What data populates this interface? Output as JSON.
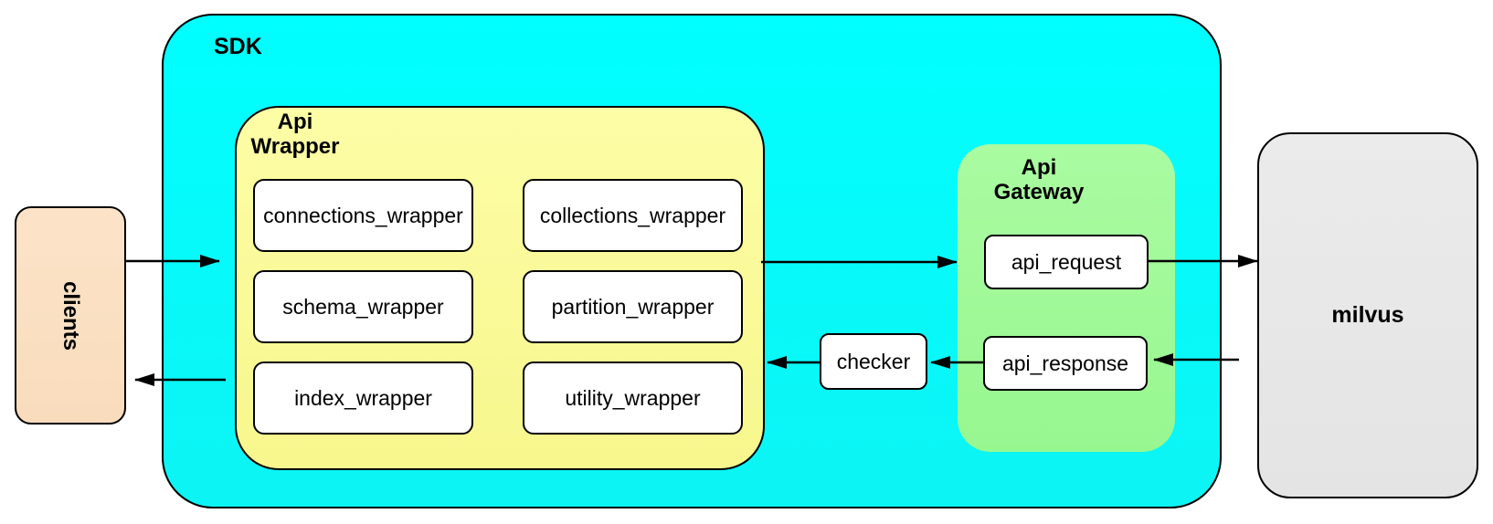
{
  "diagram": {
    "stroke_color": "#000000",
    "background": "#ffffff",
    "nodes": {
      "clients": {
        "label": "clients",
        "fill": "#FBDFC3",
        "text_rotation_deg": 90
      },
      "sdk": {
        "label": "SDK",
        "fill": "#00FEFE"
      },
      "api_wrapper": {
        "label": "Api Wrapper",
        "label_line1": "Api",
        "label_line2": "Wrapper",
        "fill": "#FAFA98"
      },
      "api_gateway": {
        "label": "Api Gateway",
        "label_line1": "Api",
        "label_line2": "Gateway",
        "fill": "#A6FA9D"
      },
      "api_request": {
        "label": "api_request",
        "fill": "#FFFFFF"
      },
      "api_response": {
        "label": "api_response",
        "fill": "#FFFFFF"
      },
      "checker": {
        "label": "checker",
        "fill": "#FFFFFF"
      },
      "milvus": {
        "label": "milvus",
        "fill": "#E9E9E9"
      }
    },
    "wrappers": [
      {
        "label": "connections_wrapper"
      },
      {
        "label": "collections_wrapper"
      },
      {
        "label": "schema_wrapper"
      },
      {
        "label": "partition_wrapper"
      },
      {
        "label": "index_wrapper"
      },
      {
        "label": "utility_wrapper"
      }
    ],
    "edges": [
      {
        "from": "clients",
        "to": "api_wrapper",
        "direction": "right"
      },
      {
        "from": "api_wrapper",
        "to": "api_gateway",
        "direction": "right"
      },
      {
        "from": "api_request",
        "to": "milvus",
        "direction": "right"
      },
      {
        "from": "milvus",
        "to": "api_response",
        "direction": "left"
      },
      {
        "from": "api_response",
        "to": "checker",
        "direction": "left"
      },
      {
        "from": "checker",
        "to": "api_wrapper",
        "direction": "left"
      },
      {
        "from": "sdk",
        "to": "clients",
        "direction": "left"
      }
    ]
  }
}
